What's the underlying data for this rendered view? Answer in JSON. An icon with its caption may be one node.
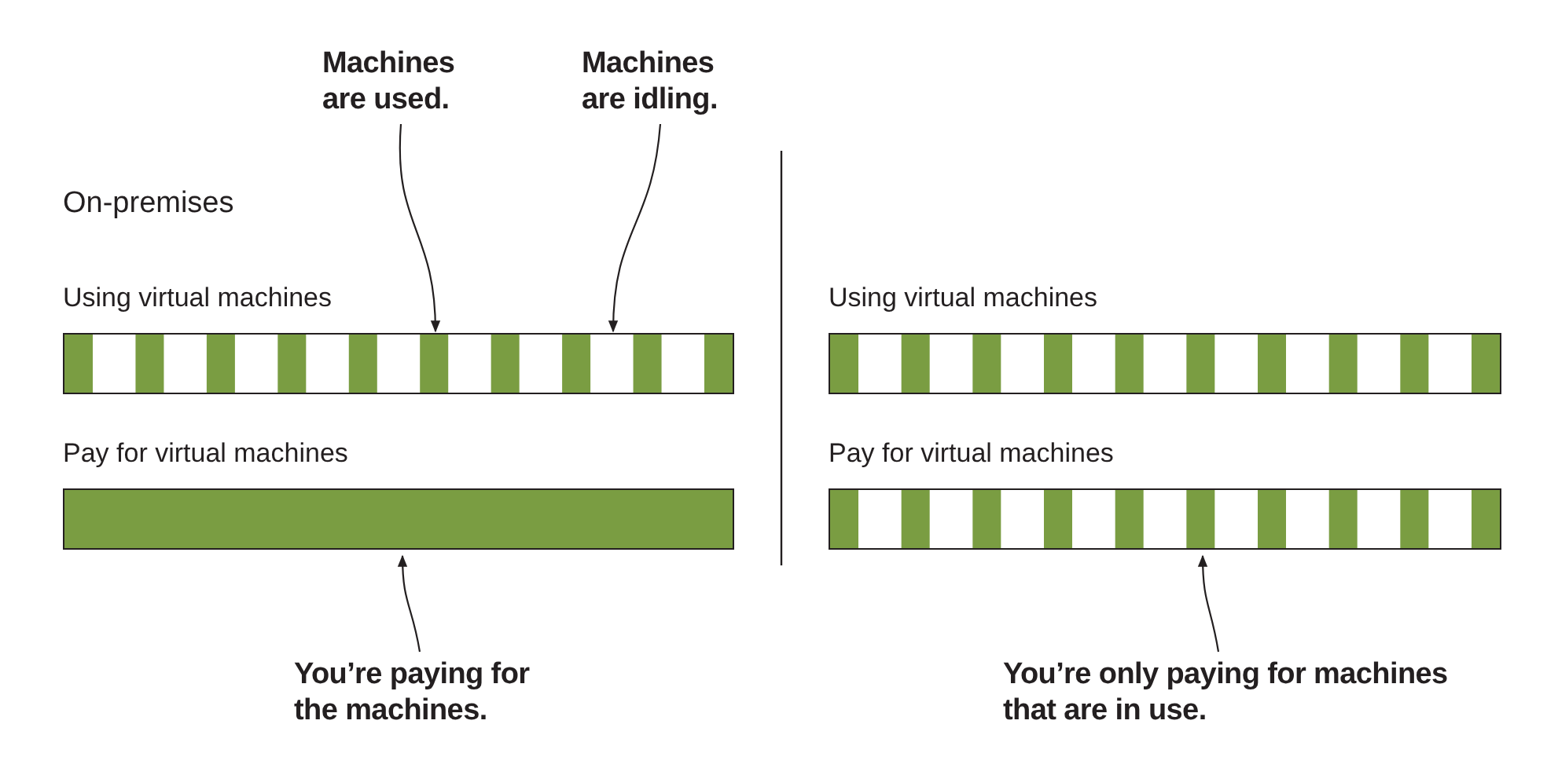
{
  "diagram": {
    "nodes": [
      {
        "text": [
          "Machines are used."
        ]
      },
      {
        "text": [
          "Machines are idling."
        ]
      },
      {
        "text": [],
        "shape": "bar"
      },
      {
        "text": [],
        "shape": "bar"
      },
      {
        "text": [
          "You’re paying for the machines."
        ]
      },
      {
        "text": [],
        "shape": "bar"
      },
      {
        "text": [],
        "shape": "bar"
      },
      {
        "text": [
          "You’re only paying for machines that are in use."
        ]
      }
    ],
    "edges": [
      {
        "from": 0,
        "to": 2,
        "arrow": "to"
      },
      {
        "from": 1,
        "to": 2,
        "arrow": "to"
      },
      {
        "from": 4,
        "to": 3,
        "arrow": "to"
      },
      {
        "from": 7,
        "to": 6,
        "arrow": "to"
      }
    ],
    "labels": [
      "On-premises",
      "Using virtual machines",
      "Using virtual machines",
      "Pay for virtual machines",
      "Pay for virtual machines"
    ]
  }
}
